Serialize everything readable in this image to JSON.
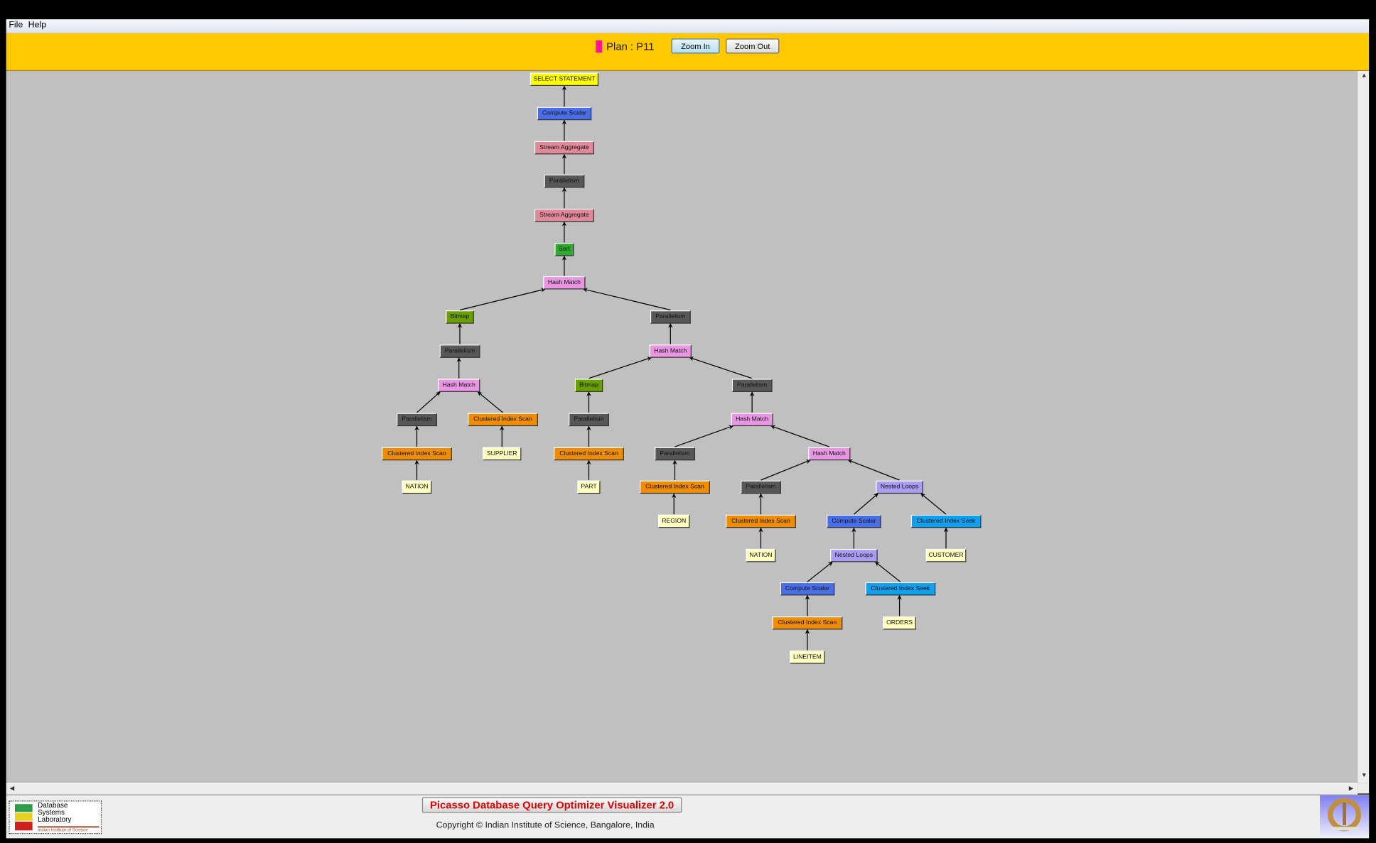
{
  "menu": {
    "file": "File",
    "help": "Help"
  },
  "header": {
    "plan_label": "Plan : P11",
    "plan_color": "#ff1493",
    "zoom_in": "Zoom In",
    "zoom_out": "Zoom Out"
  },
  "colors": {
    "root": "#ffff00",
    "compute": "#4a6ee8",
    "aggregate": "#e08898",
    "parallelism": "#585858",
    "sort": "#2faa2f",
    "hash": "#e895e2",
    "bitmap": "#68a000",
    "scan": "#f08c00",
    "table": "#ffffc0",
    "loops": "#ab9cf2",
    "seek": "#0fa0f0"
  },
  "nodes": [
    {
      "label": "SELECT STATEMENT",
      "type": "root",
      "parent": null
    },
    {
      "label": "Compute Scalar",
      "type": "compute",
      "parent": 0
    },
    {
      "label": "Stream Aggregate",
      "type": "aggregate",
      "parent": 1
    },
    {
      "label": "Parallelism",
      "type": "parallelism",
      "parent": 2
    },
    {
      "label": "Stream Aggregate",
      "type": "aggregate",
      "parent": 3
    },
    {
      "label": "Sort",
      "type": "sort",
      "parent": 4
    },
    {
      "label": "Hash Match",
      "type": "hash",
      "parent": 5
    },
    {
      "label": "Bitmap",
      "type": "bitmap",
      "parent": 6
    },
    {
      "label": "Parallelism",
      "type": "parallelism",
      "parent": 6
    },
    {
      "label": "Parallelism",
      "type": "parallelism",
      "parent": 7
    },
    {
      "label": "Hash Match",
      "type": "hash",
      "parent": 9
    },
    {
      "label": "Parallelism",
      "type": "parallelism",
      "parent": 10
    },
    {
      "label": "Clustered Index Scan",
      "type": "scan",
      "parent": 10
    },
    {
      "label": "Clustered Index Scan",
      "type": "scan",
      "parent": 11
    },
    {
      "label": "SUPPLIER",
      "type": "table",
      "parent": 12
    },
    {
      "label": "NATION",
      "type": "table",
      "parent": 13
    },
    {
      "label": "Hash Match",
      "type": "hash",
      "parent": 8
    },
    {
      "label": "Bitmap",
      "type": "bitmap",
      "parent": 16
    },
    {
      "label": "Parallelism",
      "type": "parallelism",
      "parent": 16
    },
    {
      "label": "Parallelism",
      "type": "parallelism",
      "parent": 17
    },
    {
      "label": "Clustered Index Scan",
      "type": "scan",
      "parent": 19
    },
    {
      "label": "PART",
      "type": "table",
      "parent": 20
    },
    {
      "label": "Hash Match",
      "type": "hash",
      "parent": 18
    },
    {
      "label": "Parallelism",
      "type": "parallelism",
      "parent": 22
    },
    {
      "label": "Hash Match",
      "type": "hash",
      "parent": 22
    },
    {
      "label": "Clustered Index Scan",
      "type": "scan",
      "parent": 23
    },
    {
      "label": "REGION",
      "type": "table",
      "parent": 25
    },
    {
      "label": "Parallelism",
      "type": "parallelism",
      "parent": 24
    },
    {
      "label": "Nested Loops",
      "type": "loops",
      "parent": 24
    },
    {
      "label": "Clustered Index Scan",
      "type": "scan",
      "parent": 27
    },
    {
      "label": "NATION",
      "type": "table",
      "parent": 29
    },
    {
      "label": "Compute Scalar",
      "type": "compute",
      "parent": 28
    },
    {
      "label": "Clustered Index Seek",
      "type": "seek",
      "parent": 28
    },
    {
      "label": "Nested Loops",
      "type": "loops",
      "parent": 31
    },
    {
      "label": "CUSTOMER",
      "type": "table",
      "parent": 32
    },
    {
      "label": "Compute Scalar",
      "type": "compute",
      "parent": 33
    },
    {
      "label": "Clustered Index Seek",
      "type": "seek",
      "parent": 33
    },
    {
      "label": "Clustered Index Scan",
      "type": "scan",
      "parent": 35
    },
    {
      "label": "ORDERS",
      "type": "table",
      "parent": 36
    },
    {
      "label": "LINEITEM",
      "type": "table",
      "parent": 37
    }
  ],
  "footer": {
    "app_title": "Picasso Database Query Optimizer Visualizer 2.0",
    "copyright": "Copyright © Indian Institute of Science, Bangalore, India",
    "lab_logo": "Database Systems Laboratory",
    "lab_logo_sub": "Indian Institute of Science"
  }
}
